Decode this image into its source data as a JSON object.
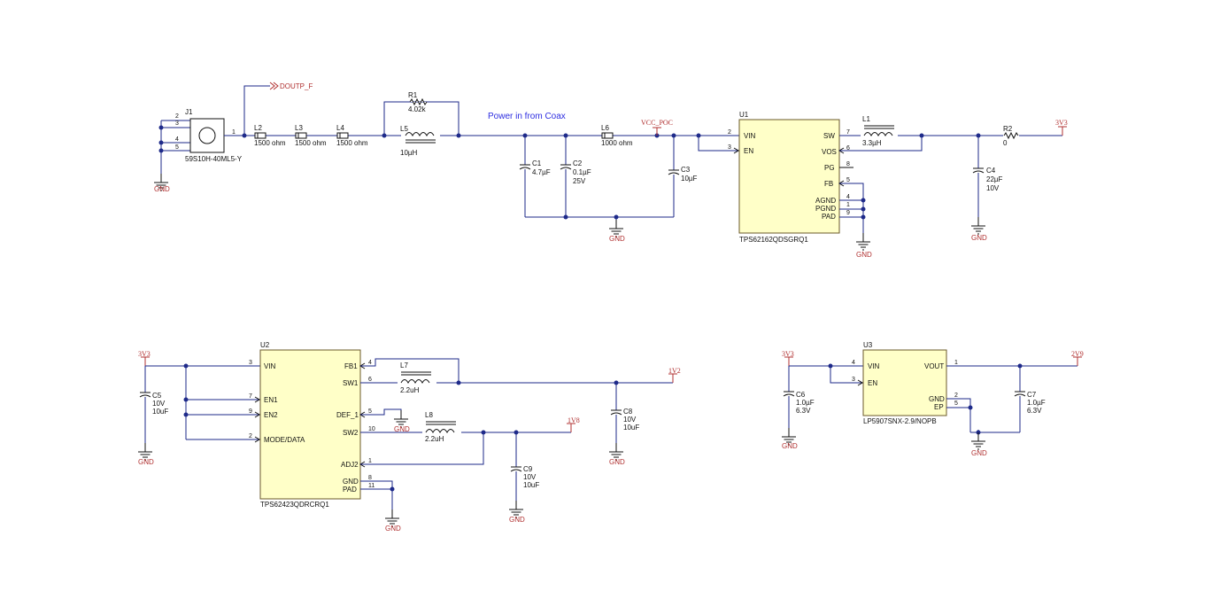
{
  "note": "Power in from Coax",
  "nets": {
    "doutp": "DOUTP_F",
    "vcc_poc": "VCC_POC",
    "v3v3": "3V3",
    "v1v2": "1V2",
    "v1v8": "1V8",
    "v2v9": "2V9",
    "gnd": "GND"
  },
  "connector": {
    "ref": "J1",
    "part": "59S10H-40ML5-Y",
    "pins": [
      "2",
      "3",
      "4",
      "5",
      "1"
    ]
  },
  "ferrites": [
    {
      "ref": "L2",
      "value": "1500 ohm"
    },
    {
      "ref": "L3",
      "value": "1500 ohm"
    },
    {
      "ref": "L4",
      "value": "1500 ohm"
    },
    {
      "ref": "L6",
      "value": "1000 ohm"
    }
  ],
  "inductors": [
    {
      "ref": "L5",
      "value": "10µH"
    },
    {
      "ref": "L1",
      "value": "3.3µH"
    },
    {
      "ref": "L7",
      "value": "2.2uH"
    },
    {
      "ref": "L8",
      "value": "2.2uH"
    }
  ],
  "resistors": [
    {
      "ref": "R1",
      "value": "4.02k"
    },
    {
      "ref": "R2",
      "value": "0"
    }
  ],
  "capacitors": [
    {
      "ref": "C1",
      "value": "4.7µF",
      "rating": ""
    },
    {
      "ref": "C2",
      "value": "0.1µF",
      "rating": "25V"
    },
    {
      "ref": "C3",
      "value": "10µF",
      "rating": ""
    },
    {
      "ref": "C4",
      "value": "22µF",
      "rating": "10V"
    },
    {
      "ref": "C5",
      "value": "10V",
      "rating": "10uF"
    },
    {
      "ref": "C8",
      "value": "10V",
      "rating": "10uF"
    },
    {
      "ref": "C9",
      "value": "10V",
      "rating": "10uF"
    },
    {
      "ref": "C6",
      "value": "1.0µF",
      "rating": "6.3V"
    },
    {
      "ref": "C7",
      "value": "1.0µF",
      "rating": "6.3V"
    }
  ],
  "ics": {
    "u1": {
      "ref": "U1",
      "part": "TPS62162QDSGRQ1",
      "pins_left": [
        {
          "name": "VIN",
          "num": "2"
        },
        {
          "name": "EN",
          "num": "3"
        }
      ],
      "pins_right": [
        {
          "name": "SW",
          "num": "7"
        },
        {
          "name": "VOS",
          "num": "6"
        },
        {
          "name": "PG",
          "num": "8"
        },
        {
          "name": "FB",
          "num": "5"
        },
        {
          "name": "AGND",
          "num": "4"
        },
        {
          "name": "PGND",
          "num": "1"
        },
        {
          "name": "PAD",
          "num": "9"
        }
      ]
    },
    "u2": {
      "ref": "U2",
      "part": "TPS62423QDRCRQ1",
      "pins_left": [
        {
          "name": "VIN",
          "num": "3"
        },
        {
          "name": "EN1",
          "num": "7"
        },
        {
          "name": "EN2",
          "num": "9"
        },
        {
          "name": "MODE/DATA",
          "num": "2"
        }
      ],
      "pins_right": [
        {
          "name": "FB1",
          "num": "4"
        },
        {
          "name": "SW1",
          "num": "6"
        },
        {
          "name": "DEF_1",
          "num": "5"
        },
        {
          "name": "SW2",
          "num": "10"
        },
        {
          "name": "ADJ2",
          "num": "1"
        },
        {
          "name": "GND",
          "num": "8"
        },
        {
          "name": "PAD",
          "num": "11"
        }
      ]
    },
    "u3": {
      "ref": "U3",
      "part": "LP5907SNX-2.9/NOPB",
      "pins_left": [
        {
          "name": "VIN",
          "num": "4"
        },
        {
          "name": "EN",
          "num": "3"
        }
      ],
      "pins_right": [
        {
          "name": "VOUT",
          "num": "1"
        },
        {
          "name": "GND",
          "num": "2"
        },
        {
          "name": "EP",
          "num": "5"
        }
      ]
    }
  }
}
